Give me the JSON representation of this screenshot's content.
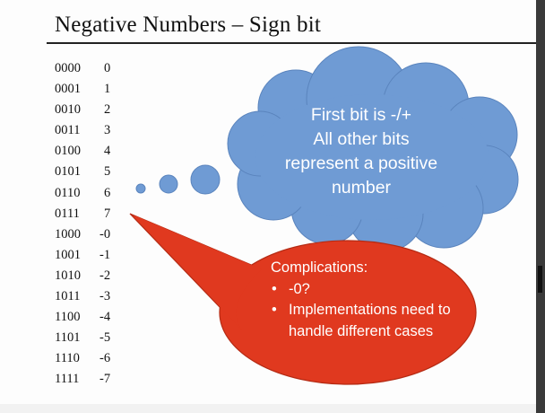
{
  "slide": {
    "title": "Negative Numbers – Sign bit",
    "table": [
      {
        "bits": "0000",
        "value": "0"
      },
      {
        "bits": "0001",
        "value": "1"
      },
      {
        "bits": "0010",
        "value": "2"
      },
      {
        "bits": "0011",
        "value": "3"
      },
      {
        "bits": "0100",
        "value": "4"
      },
      {
        "bits": "0101",
        "value": "5"
      },
      {
        "bits": "0110",
        "value": "6"
      },
      {
        "bits": "0111",
        "value": "7"
      },
      {
        "bits": "1000",
        "value": "-0"
      },
      {
        "bits": "1001",
        "value": "-1"
      },
      {
        "bits": "1010",
        "value": "-2"
      },
      {
        "bits": "1011",
        "value": "-3"
      },
      {
        "bits": "1100",
        "value": "-4"
      },
      {
        "bits": "1101",
        "value": "-5"
      },
      {
        "bits": "1110",
        "value": "-6"
      },
      {
        "bits": "1111",
        "value": "-7"
      }
    ],
    "thought_bubble": {
      "lines": [
        "First bit is -/+",
        "All other bits",
        "represent a positive",
        "number"
      ],
      "color": "#6f9bd4"
    },
    "callout": {
      "heading": "Complications:",
      "bullets": [
        "-0?",
        "Implementations need to handle different cases"
      ],
      "color": "#e0391f"
    }
  }
}
